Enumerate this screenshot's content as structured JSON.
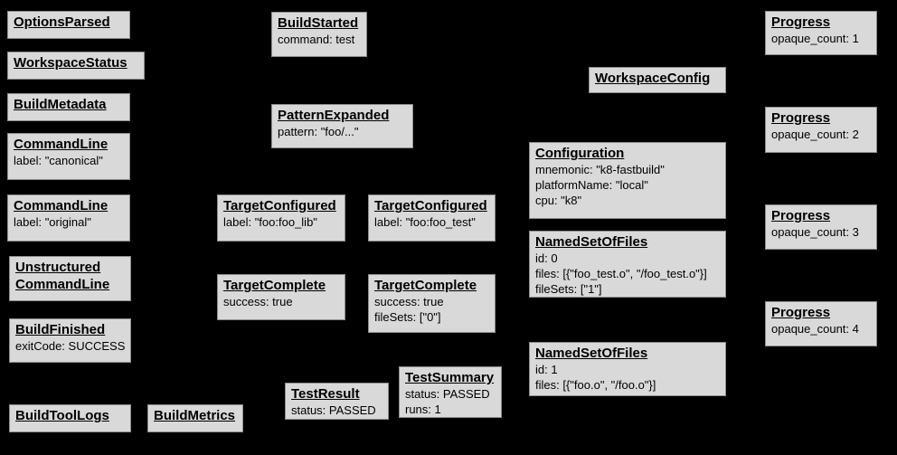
{
  "diagram": {
    "background_color": "#000000",
    "node_fill_color": "#d9d9d9",
    "node_border_color": "#8c8c8c",
    "text_color": "#000000"
  },
  "nodes": {
    "optionsParsed": {
      "title": "OptionsParsed"
    },
    "workspaceStatus": {
      "title": "WorkspaceStatus"
    },
    "buildMetadata": {
      "title": "BuildMetadata"
    },
    "commandLineCanonical": {
      "title": "CommandLine",
      "lines": [
        "label: \"canonical\""
      ]
    },
    "commandLineOriginal": {
      "title": "CommandLine",
      "lines": [
        "label: \"original\""
      ]
    },
    "unstructuredCommandLine": {
      "title": "Unstructured",
      "title2": "CommandLine"
    },
    "buildFinished": {
      "title": "BuildFinished",
      "lines": [
        "exitCode: SUCCESS"
      ]
    },
    "buildToolLogs": {
      "title": "BuildToolLogs"
    },
    "buildMetrics": {
      "title": "BuildMetrics"
    },
    "buildStarted": {
      "title": "BuildStarted",
      "lines": [
        "command: test"
      ]
    },
    "patternExpanded": {
      "title": "PatternExpanded",
      "lines": [
        "pattern: \"foo/...\""
      ]
    },
    "targetConfiguredLib": {
      "title": "TargetConfigured",
      "lines": [
        "label: \"foo:foo_lib\""
      ]
    },
    "targetConfiguredTest": {
      "title": "TargetConfigured",
      "lines": [
        "label: \"foo:foo_test\""
      ]
    },
    "targetCompleteLib": {
      "title": "TargetComplete",
      "lines": [
        "success: true"
      ]
    },
    "targetCompleteTest": {
      "title": "TargetComplete",
      "lines": [
        "success: true",
        "fileSets: [\"0\"]"
      ]
    },
    "testResult": {
      "title": "TestResult",
      "lines": [
        "status: PASSED"
      ]
    },
    "testSummary": {
      "title": "TestSummary",
      "lines": [
        "status: PASSED",
        "runs: 1"
      ]
    },
    "workspaceConfig": {
      "title": "WorkspaceConfig"
    },
    "configuration": {
      "title": "Configuration",
      "lines": [
        "mnemonic: \"k8-fastbuild\"",
        "platformName: \"local\"",
        "cpu: \"k8\""
      ]
    },
    "namedSetOfFiles0": {
      "title": "NamedSetOfFiles",
      "lines": [
        "id: 0",
        "files: [{\"foo_test.o\", \"/foo_test.o\"}]",
        "fileSets: [\"1\"]"
      ]
    },
    "namedSetOfFiles1": {
      "title": "NamedSetOfFiles",
      "lines": [
        "id: 1",
        "files: [{\"foo.o\", \"/foo.o\"}]"
      ]
    },
    "progress1": {
      "title": "Progress",
      "lines": [
        "opaque_count: 1"
      ]
    },
    "progress2": {
      "title": "Progress",
      "lines": [
        "opaque_count: 2"
      ]
    },
    "progress3": {
      "title": "Progress",
      "lines": [
        "opaque_count: 3"
      ]
    },
    "progress4": {
      "title": "Progress",
      "lines": [
        "opaque_count: 4"
      ]
    }
  }
}
